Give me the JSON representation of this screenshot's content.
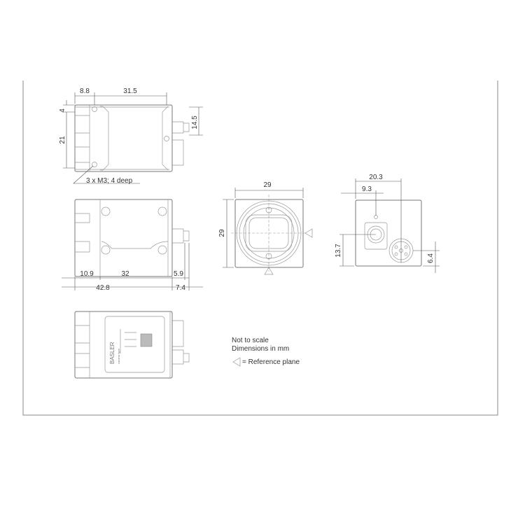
{
  "top_view": {
    "dim_width_left": "8.8",
    "dim_width_right": "31.5",
    "dim_height_top": "4",
    "dim_height_main": "21",
    "dim_connector": "14.5",
    "note": "3 x M3; 4 deep"
  },
  "side_view": {
    "dim_a": "10.9",
    "dim_b": "32",
    "dim_c": "5.9",
    "dim_total": "42.8",
    "dim_d": "7.4"
  },
  "front_view": {
    "dim_width": "29",
    "dim_height": "29"
  },
  "back_view": {
    "dim_a": "20.3",
    "dim_b": "9.3",
    "dim_c": "13.7",
    "dim_d": "6.4"
  },
  "bottom_view": {
    "brand": "BASLER",
    "label_subtitle": "camera type"
  },
  "notes": {
    "line1": "Not to scale",
    "line2": "Dimensions in mm",
    "legend": "= Reference plane"
  },
  "colors": {
    "line": "#777777",
    "text": "#333333",
    "frame": "#888888"
  }
}
